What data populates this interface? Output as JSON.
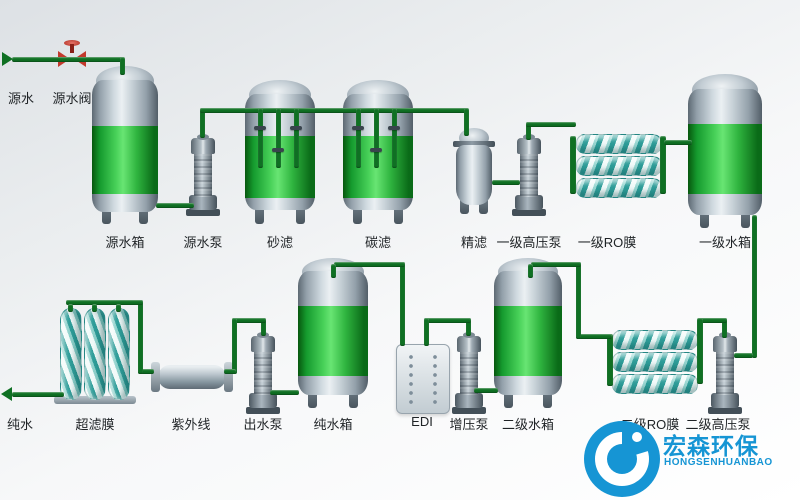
{
  "colors": {
    "pipe_green": "#0f7023",
    "tank_band_green": "#2fb43f",
    "membrane_teal": "#2f9e9a",
    "valve_red": "#c23a2d",
    "logo_blue": "#1695d4"
  },
  "labels": {
    "source_water": "源水",
    "source_valve": "源水阀",
    "source_tank": "源水箱",
    "source_pump": "源水泵",
    "sand_filter": "砂滤",
    "carbon_filter": "碳滤",
    "fine_filter": "精滤",
    "stage1_hp_pump": "一级高压泵",
    "stage1_ro": "一级RO膜",
    "stage1_tank": "一级水箱",
    "pure_water": "纯水",
    "uf_membrane": "超滤膜",
    "uv_sterilizer": "紫外线",
    "outlet_pump": "出水泵",
    "pure_tank": "纯水箱",
    "edi": "EDI",
    "booster_pump": "增压泵",
    "stage2_tank": "二级水箱",
    "stage2_ro": "二级RO膜",
    "stage2_hp_pump": "二级高压泵"
  },
  "logo": {
    "name_cn": "宏森环保",
    "name_en": "HONGSENHUANBAO"
  }
}
